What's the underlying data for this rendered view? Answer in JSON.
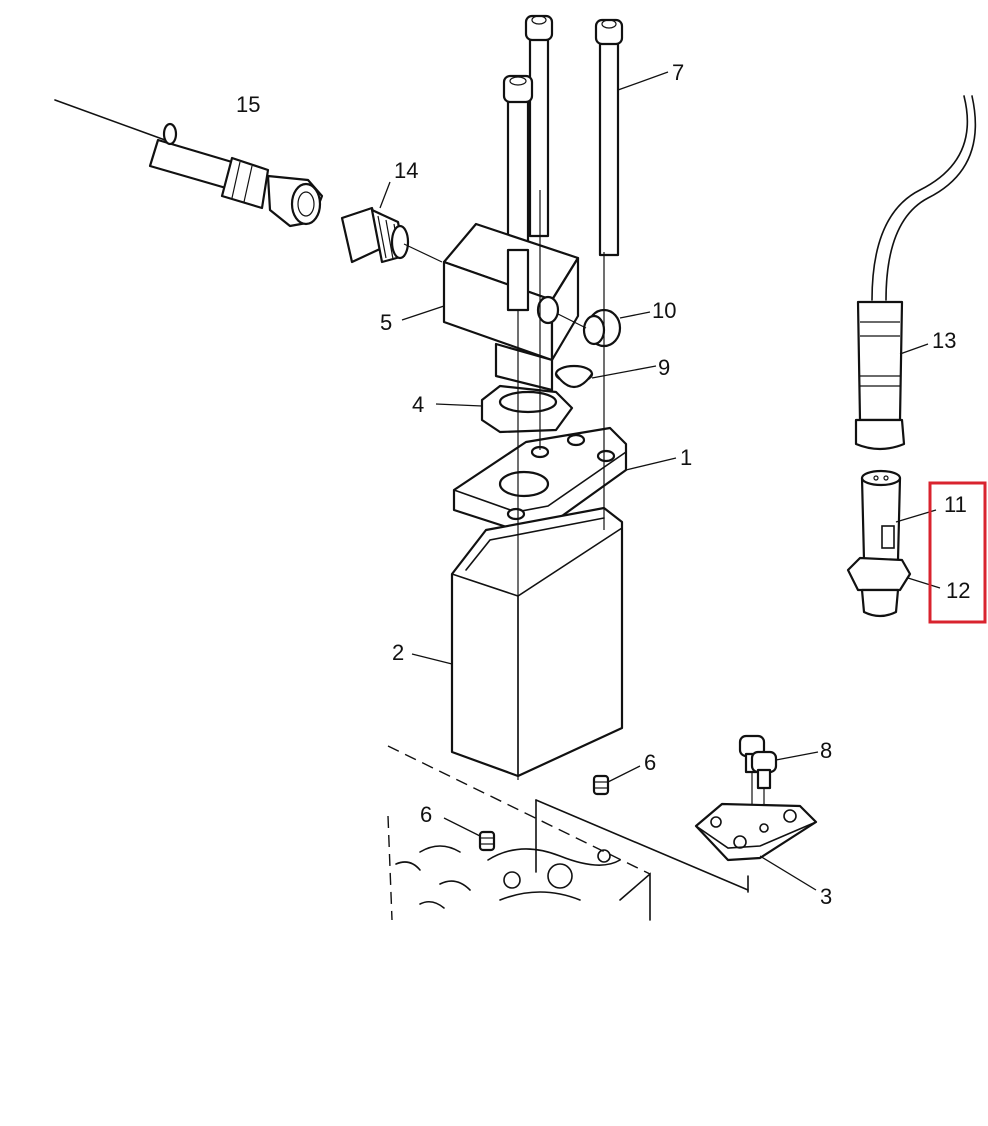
{
  "colors": {
    "line": "#111111",
    "background": "#ffffff",
    "highlight": "#d9232e"
  },
  "callouts": {
    "c1": "1",
    "c2": "2",
    "c3": "3",
    "c4": "4",
    "c5": "5",
    "c6a": "6",
    "c6b": "6",
    "c7": "7",
    "c8": "8",
    "c9": "9",
    "c10": "10",
    "c11": "11",
    "c12": "12",
    "c13": "13",
    "c14": "14",
    "c15": "15"
  },
  "highlighted_parts": [
    "11",
    "12"
  ]
}
